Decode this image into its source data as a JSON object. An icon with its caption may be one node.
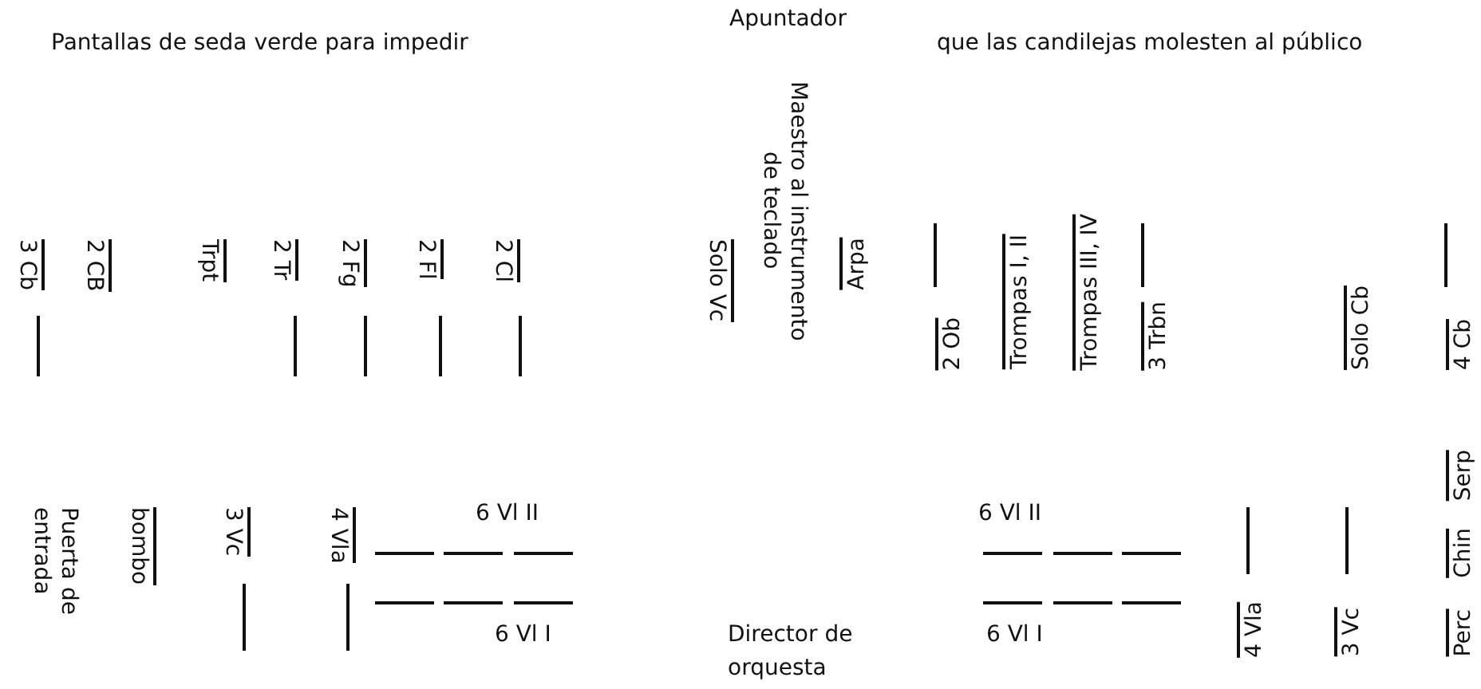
{
  "diagram": {
    "labels": [
      "Apuntador",
      "Pantallas de seda verde para impedir",
      "que las candilejas molesten al público",
      "Maestro al instrumento de teclado",
      "3 Cb",
      "2 CB",
      "Trpt",
      "2 Tr",
      "2 Fg",
      "2 Fl",
      "2 Cl",
      "Solo Vc",
      "Arpa",
      "2 Ob",
      "Trompas I, II",
      "Trompas III, IV",
      "3 Trbn",
      "Solo Cb",
      "4 Cb",
      "Serp",
      "Puerta de entrada",
      "bombo",
      "3 Vc",
      "4 Vla",
      "6 Vl II",
      "6 Vl II",
      "Chin",
      "6 Vl I",
      "Director de orquesta",
      "6 Vl I",
      "4 Vla",
      "3 Vc",
      "Perc"
    ]
  }
}
